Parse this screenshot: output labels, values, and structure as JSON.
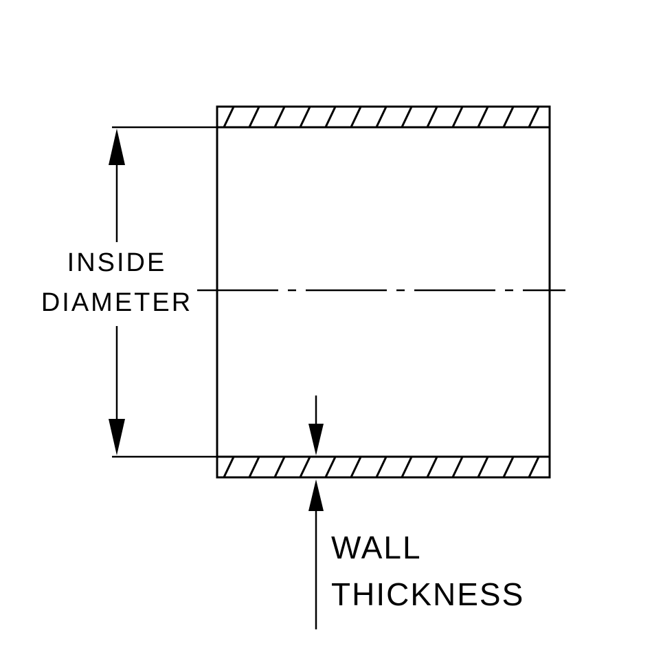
{
  "diagram": {
    "title": "Tube cross-section dimension diagram",
    "labels": {
      "inside_diameter_line1": "INSIDE",
      "inside_diameter_line2": "DIAMETER",
      "wall_thickness_line1": "WALL",
      "wall_thickness_line2": "THICKNESS"
    },
    "colors": {
      "line": "#000000",
      "background": "#ffffff"
    }
  }
}
